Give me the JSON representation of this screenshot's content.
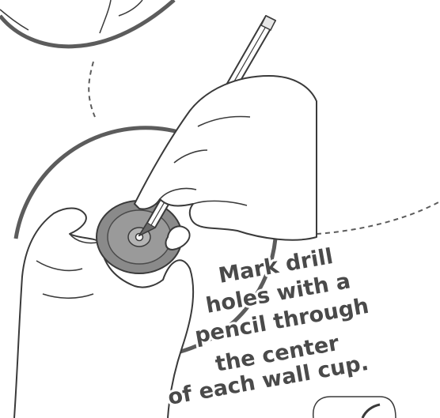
{
  "instruction": {
    "lines": [
      "Mark drill",
      "holes with a",
      "pencil through",
      "the center",
      "of each wall cup."
    ]
  },
  "colors": {
    "line_art": "#3a3a3a",
    "circle_ring": "#5c5c5c",
    "wall_cup_fill": "#8a8a8a",
    "text": "#4a4a4a"
  },
  "icons": [
    "pencil-icon",
    "wall-cup-icon",
    "hand-icon"
  ]
}
